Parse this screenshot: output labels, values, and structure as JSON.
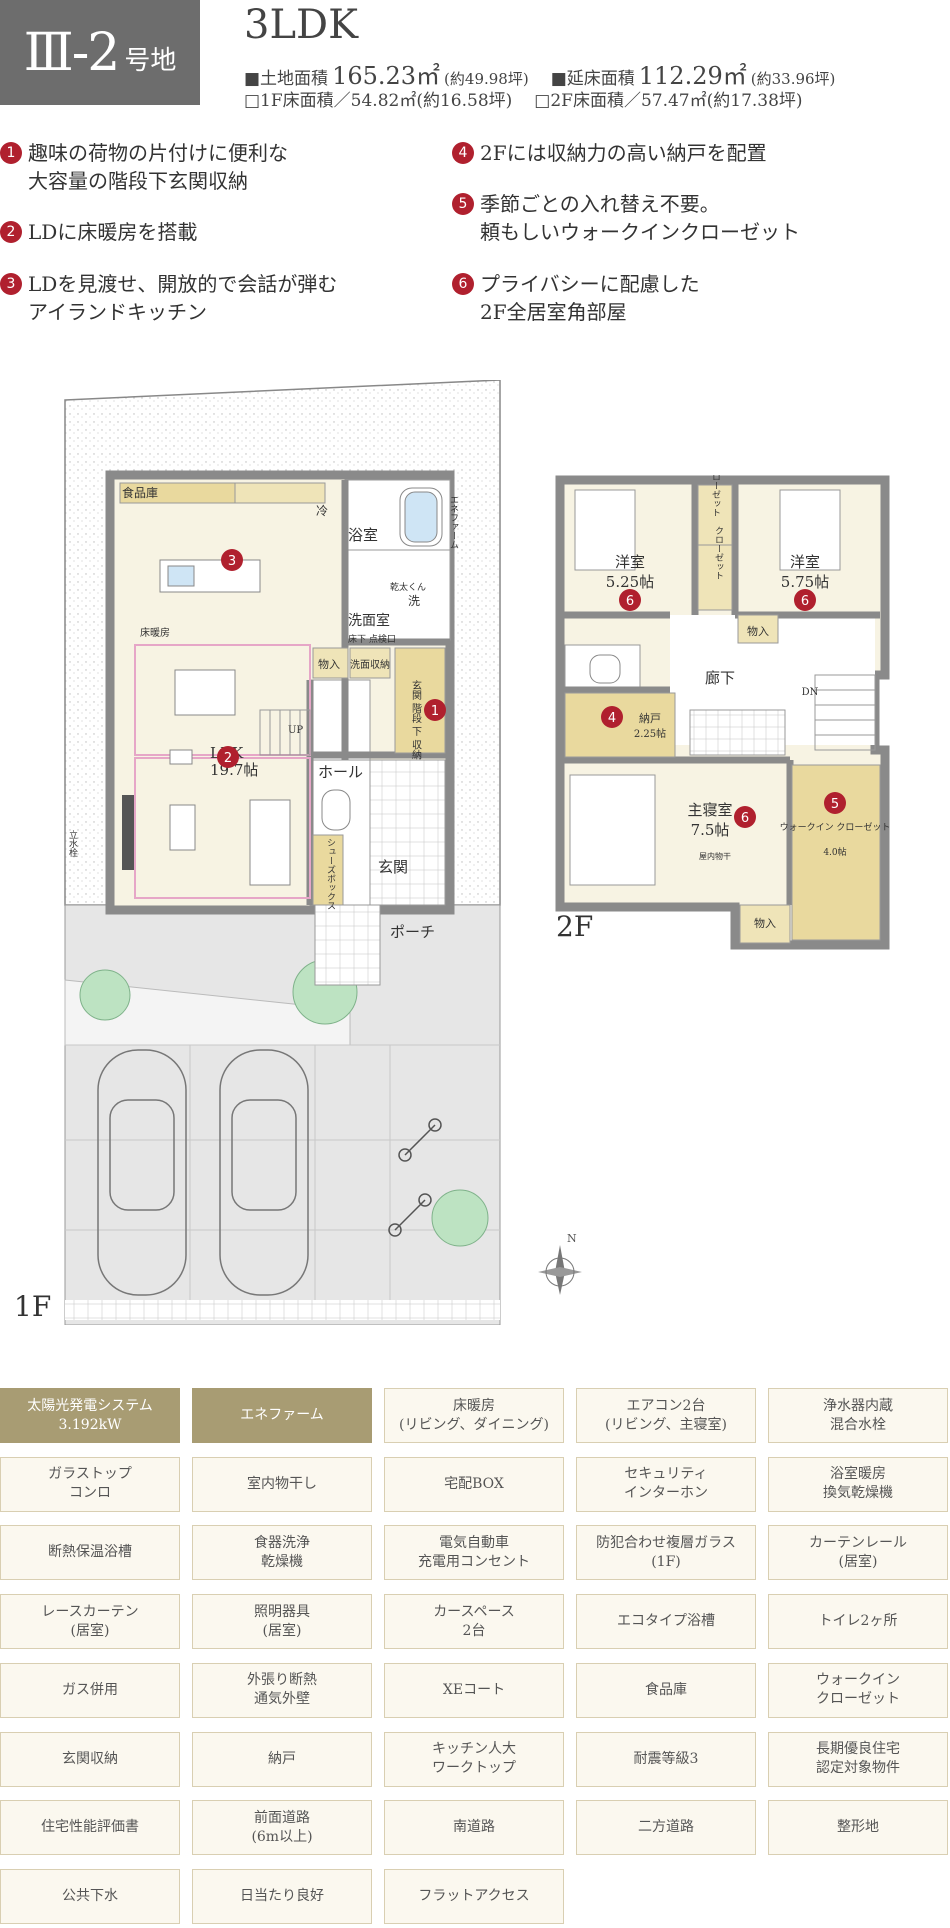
{
  "header": {
    "lot_number": "Ⅲ-2",
    "lot_suffix": "号地",
    "layout_type": "3LDK",
    "land_area_label": "■土地面積",
    "land_area_value": "165.23㎡",
    "land_area_tsubo": "(約49.98坪)",
    "floor_area_label": "■延床面積",
    "floor_area_value": "112.29㎡",
    "floor_area_tsubo": "(約33.96坪)",
    "f1_area": "□1F床面積／54.82㎡(約16.58坪)",
    "f2_area": "□2F床面積／57.47㎡(約17.38坪)"
  },
  "features": [
    {
      "num": "1",
      "line1": "趣味の荷物の片付けに便利な",
      "line2": "大容量の階段下玄関収納"
    },
    {
      "num": "2",
      "line1": "LDに床暖房を搭載",
      "line2": ""
    },
    {
      "num": "3",
      "line1": "LDを見渡せ、開放的で会話が弾む",
      "line2": "アイランドキッチン"
    },
    {
      "num": "4",
      "line1": "2Fには収納力の高い納戸を配置",
      "line2": ""
    },
    {
      "num": "5",
      "line1": "季節ごとの入れ替え不要。",
      "line2": "頼もしいウォークインクローゼット"
    },
    {
      "num": "6",
      "line1": "プライバシーに配慮した",
      "line2": "2F全居室角部屋"
    }
  ],
  "plan1f": {
    "floor": "1F",
    "pantry": "食品庫",
    "fridge": "冷",
    "bath": "浴室",
    "ene": "エネファーム",
    "washer": "洗",
    "laundry_label": "乾太くん",
    "washroom": "洗面室",
    "floor_inspect": "床下\n点検口",
    "floor_heat": "床暖房",
    "storage": "物入",
    "wash_storage": "洗面収納",
    "entry_storage": "玄関\n階段\n下\n収納",
    "ldk": "LDK",
    "ldk_size": "19.7帖",
    "up": "UP",
    "hall": "ホール",
    "shoebox": "シューズボックス",
    "genkan": "玄関",
    "porch": "ポーチ",
    "faucet": "立水栓",
    "markers": [
      "3",
      "2",
      "1"
    ]
  },
  "plan2f": {
    "floor": "2F",
    "w1": "洋室",
    "w1_size": "5.25帖",
    "w2": "洋室",
    "w2_size": "5.75帖",
    "closet": "クローゼット",
    "storage": "物入",
    "corridor": "廊下",
    "dn": "DN",
    "nando": "納戸",
    "nando_size": "2.25帖",
    "master": "主寝室",
    "master_size": "7.5帖",
    "dryer": "屋内物干",
    "wic": "ウォークイン\nクローゼット",
    "wic_size": "4.0帖",
    "storage2": "物入",
    "markers": [
      "6",
      "6",
      "4",
      "6",
      "5"
    ]
  },
  "compass": "N",
  "equipment": [
    {
      "label": "太陽光発電システム\n3.192kW",
      "on": true
    },
    {
      "label": "エネファーム",
      "on": true
    },
    {
      "label": "床暖房\n(リビング、ダイニング)",
      "on": false
    },
    {
      "label": "エアコン2台\n(リビング、主寝室)",
      "on": false
    },
    {
      "label": "浄水器内蔵\n混合水栓",
      "on": false
    },
    {
      "label": "ガラストップ\nコンロ",
      "on": false
    },
    {
      "label": "室内物干し",
      "on": false
    },
    {
      "label": "宅配BOX",
      "on": false
    },
    {
      "label": "セキュリティ\nインターホン",
      "on": false
    },
    {
      "label": "浴室暖房\n換気乾燥機",
      "on": false
    },
    {
      "label": "断熱保温浴槽",
      "on": false
    },
    {
      "label": "食器洗浄\n乾燥機",
      "on": false
    },
    {
      "label": "電気自動車\n充電用コンセント",
      "on": false
    },
    {
      "label": "防犯合わせ複層ガラス\n(1F)",
      "on": false
    },
    {
      "label": "カーテンレール\n(居室)",
      "on": false
    },
    {
      "label": "レースカーテン\n(居室)",
      "on": false
    },
    {
      "label": "照明器具\n(居室)",
      "on": false
    },
    {
      "label": "カースペース\n2台",
      "on": false
    },
    {
      "label": "エコタイプ浴槽",
      "on": false
    },
    {
      "label": "トイレ2ヶ所",
      "on": false
    },
    {
      "label": "ガス併用",
      "on": false
    },
    {
      "label": "外張り断熱\n通気外壁",
      "on": false
    },
    {
      "label": "XEコート",
      "on": false
    },
    {
      "label": "食品庫",
      "on": false
    },
    {
      "label": "ウォークイン\nクローゼット",
      "on": false
    },
    {
      "label": "玄関収納",
      "on": false
    },
    {
      "label": "納戸",
      "on": false
    },
    {
      "label": "キッチン人大\nワークトップ",
      "on": false
    },
    {
      "label": "耐震等級3",
      "on": false
    },
    {
      "label": "長期優良住宅\n認定対象物件",
      "on": false
    },
    {
      "label": "住宅性能評価書",
      "on": false
    },
    {
      "label": "前面道路\n(6m以上)",
      "on": false
    },
    {
      "label": "南道路",
      "on": false
    },
    {
      "label": "二方道路",
      "on": false
    },
    {
      "label": "整形地",
      "on": false
    },
    {
      "label": "公共下水",
      "on": false
    },
    {
      "label": "日当たり良好",
      "on": false
    },
    {
      "label": "フラットアクセス",
      "on": false
    }
  ]
}
